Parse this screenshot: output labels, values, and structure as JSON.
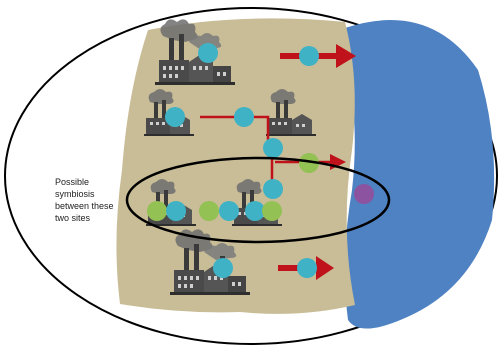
{
  "annotation": {
    "lines": [
      "Possible",
      "symbiosis",
      "between these",
      "two sites"
    ]
  },
  "colors": {
    "land": "#c8bd97",
    "water": "#4f82c2",
    "connector": "#c0121b",
    "cyan_node": "#3fb2c6",
    "green_node": "#93c153",
    "purple_node": "#8c53a0",
    "outline": "#000000"
  },
  "icons": [
    "factory-icon"
  ]
}
